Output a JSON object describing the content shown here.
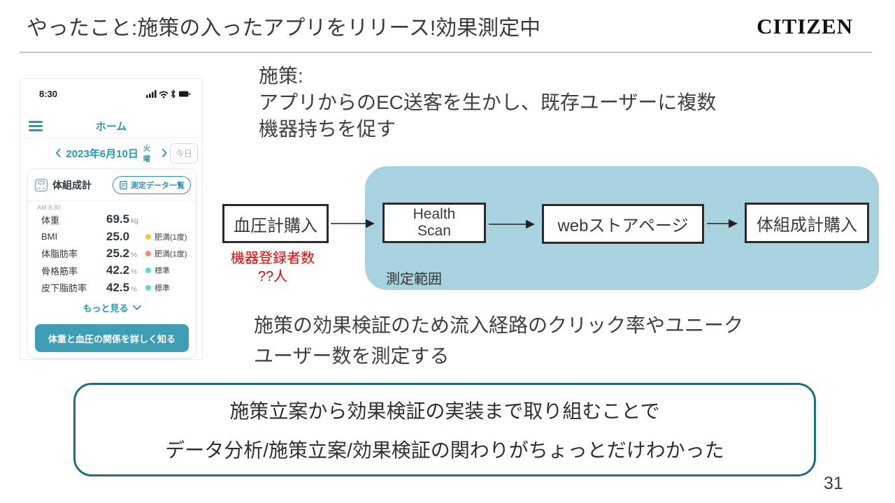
{
  "slide": {
    "title": "やったこと:施策の入ったアプリをリリース!効果測定中",
    "brand": "CITIZEN",
    "page_number": "31"
  },
  "phone": {
    "time": "8:30",
    "nav_title": "ホーム",
    "date_nav": {
      "date": "2023年6月10日",
      "weekday": "火曜",
      "today": "今日"
    },
    "card": {
      "title": "体組成計",
      "list_button": "測定データ一覧",
      "time_label": "AM 8:30",
      "rows": [
        {
          "label": "体重",
          "value": "69.5",
          "unit": "kg",
          "status": "",
          "dot": ""
        },
        {
          "label": "BMI",
          "value": "25.0",
          "unit": "",
          "status": "肥満(1度)",
          "dot": "#f2c84b"
        },
        {
          "label": "体脂肪率",
          "value": "25.2",
          "unit": "%",
          "status": "肥満(1度)",
          "dot": "#f28b7d"
        },
        {
          "label": "骨格筋率",
          "value": "42.2",
          "unit": "%",
          "status": "標準",
          "dot": "#5ed9d1"
        },
        {
          "label": "皮下脂肪率",
          "value": "42.5",
          "unit": "%",
          "status": "標準",
          "dot": "#5ed9d1"
        }
      ],
      "more": "もっと見る",
      "cta": "体重と血圧の関係を詳しく知る"
    }
  },
  "intro": {
    "lines": [
      "施策:",
      "アプリからのEC送客を生かし、既存ユーザーに複数",
      "機器持ちを促す"
    ]
  },
  "diagram": {
    "nodes": [
      {
        "label": "血圧計購入"
      },
      {
        "label": "Health\nScan"
      },
      {
        "label": "webストアページ"
      },
      {
        "label": "体組成計購入"
      }
    ],
    "annotation": {
      "line1": "機器登録者数",
      "line2": "??人"
    },
    "scope_label": "測定範囲"
  },
  "verification": {
    "lines": [
      "施策の効果検証のため流入経路のクリック率やユニーク",
      "ユーザー数を測定する"
    ]
  },
  "summary": {
    "lines": [
      "施策立案から効果検証の実装まで取り組むことで",
      "データ分析/施策立案/効果検証の関わりがちょっとだけわかった"
    ]
  },
  "colors": {
    "accent_teal": "#2b96b2",
    "cta_bg": "#3f9eb4",
    "diagram_bg": "#a8d2de",
    "summary_border": "#1d6e80",
    "annotation_red": "#e60000",
    "status_yellow": "#f2c84b",
    "status_pink": "#f28b7d",
    "status_cyan": "#5ed9d1"
  }
}
